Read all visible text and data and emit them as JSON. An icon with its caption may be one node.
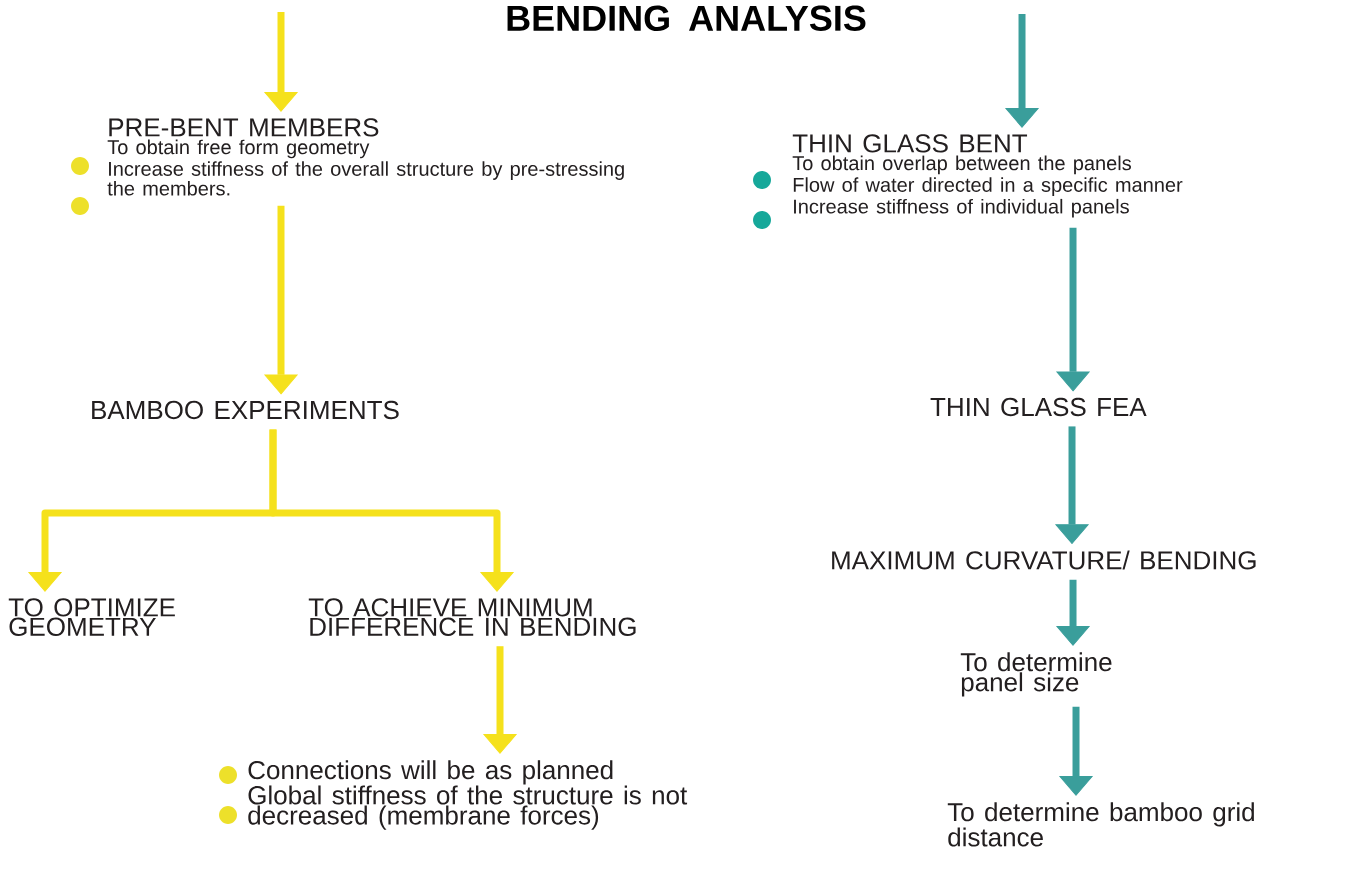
{
  "diagram": {
    "title": "BENDING ANALYSIS",
    "nodes": [
      {
        "text": [
          "PRE-BENT MEMBERS",
          "To obtain free form geometry",
          "Increase stiffness of the overall structure by pre-stressing the members."
        ]
      },
      {
        "text": [
          "BAMBOO EXPERIMENTS"
        ]
      },
      {
        "text": [
          "TO OPTIMIZE GEOMETRY"
        ]
      },
      {
        "text": [
          "TO ACHIEVE MINIMUM DIFFERENCE IN BENDING"
        ]
      },
      {
        "text": [
          "Connections will be as planned",
          "Global stiffness of the structure is not decreased (membrane forces)"
        ]
      },
      {
        "text": [
          "THIN GLASS BENT",
          "To obtain overlap between the panels",
          "Flow of water directed in a specific manner",
          "Increase stiffness of individual panels"
        ]
      },
      {
        "text": [
          "THIN GLASS FEA"
        ]
      },
      {
        "text": [
          "MAXIMUM CURVATURE/ BENDING"
        ]
      },
      {
        "text": [
          "To determine panel size"
        ]
      },
      {
        "text": [
          "To determine bamboo grid distance"
        ]
      }
    ],
    "edges": [
      {
        "from": null,
        "to": 0,
        "arrow": "to",
        "color": "#f5e11c"
      },
      {
        "from": 0,
        "to": 1,
        "arrow": "to",
        "color": "#f5e11c"
      },
      {
        "from": 1,
        "to": 2,
        "arrow": "to",
        "color": "#f5e11c"
      },
      {
        "from": 1,
        "to": 3,
        "arrow": "to",
        "color": "#f5e11c"
      },
      {
        "from": 3,
        "to": 4,
        "arrow": "to",
        "color": "#f5e11c"
      },
      {
        "from": null,
        "to": 5,
        "arrow": "to",
        "color": "#3a9e9b"
      },
      {
        "from": 5,
        "to": 6,
        "arrow": "to",
        "color": "#3a9e9b"
      },
      {
        "from": 6,
        "to": 7,
        "arrow": "to",
        "color": "#3a9e9b"
      },
      {
        "from": 7,
        "to": 8,
        "arrow": "to",
        "color": "#3a9e9b"
      },
      {
        "from": 8,
        "to": 9,
        "arrow": "to",
        "color": "#3a9e9b"
      }
    ]
  }
}
